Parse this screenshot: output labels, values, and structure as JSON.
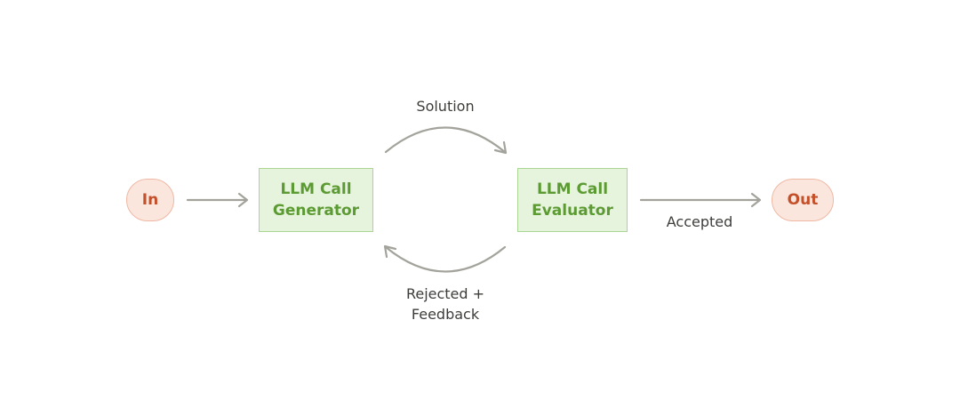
{
  "nodes": {
    "input": {
      "label": "In"
    },
    "generator": {
      "label": "LLM Call\nGenerator"
    },
    "evaluator": {
      "label": "LLM Call\nEvaluator"
    },
    "output": {
      "label": "Out"
    }
  },
  "edges": {
    "solution": {
      "label": "Solution"
    },
    "accepted": {
      "label": "Accepted"
    },
    "rejected": {
      "label": "Rejected +\nFeedback"
    }
  },
  "colors": {
    "io_fill": "#fbe6de",
    "io_border": "#efb8a4",
    "io_text": "#c4502a",
    "llm_fill": "#e6f4dd",
    "llm_border": "#a9d693",
    "llm_text": "#5c9a33",
    "arrow": "#a3a39c",
    "label_text": "#3d3d3a"
  }
}
